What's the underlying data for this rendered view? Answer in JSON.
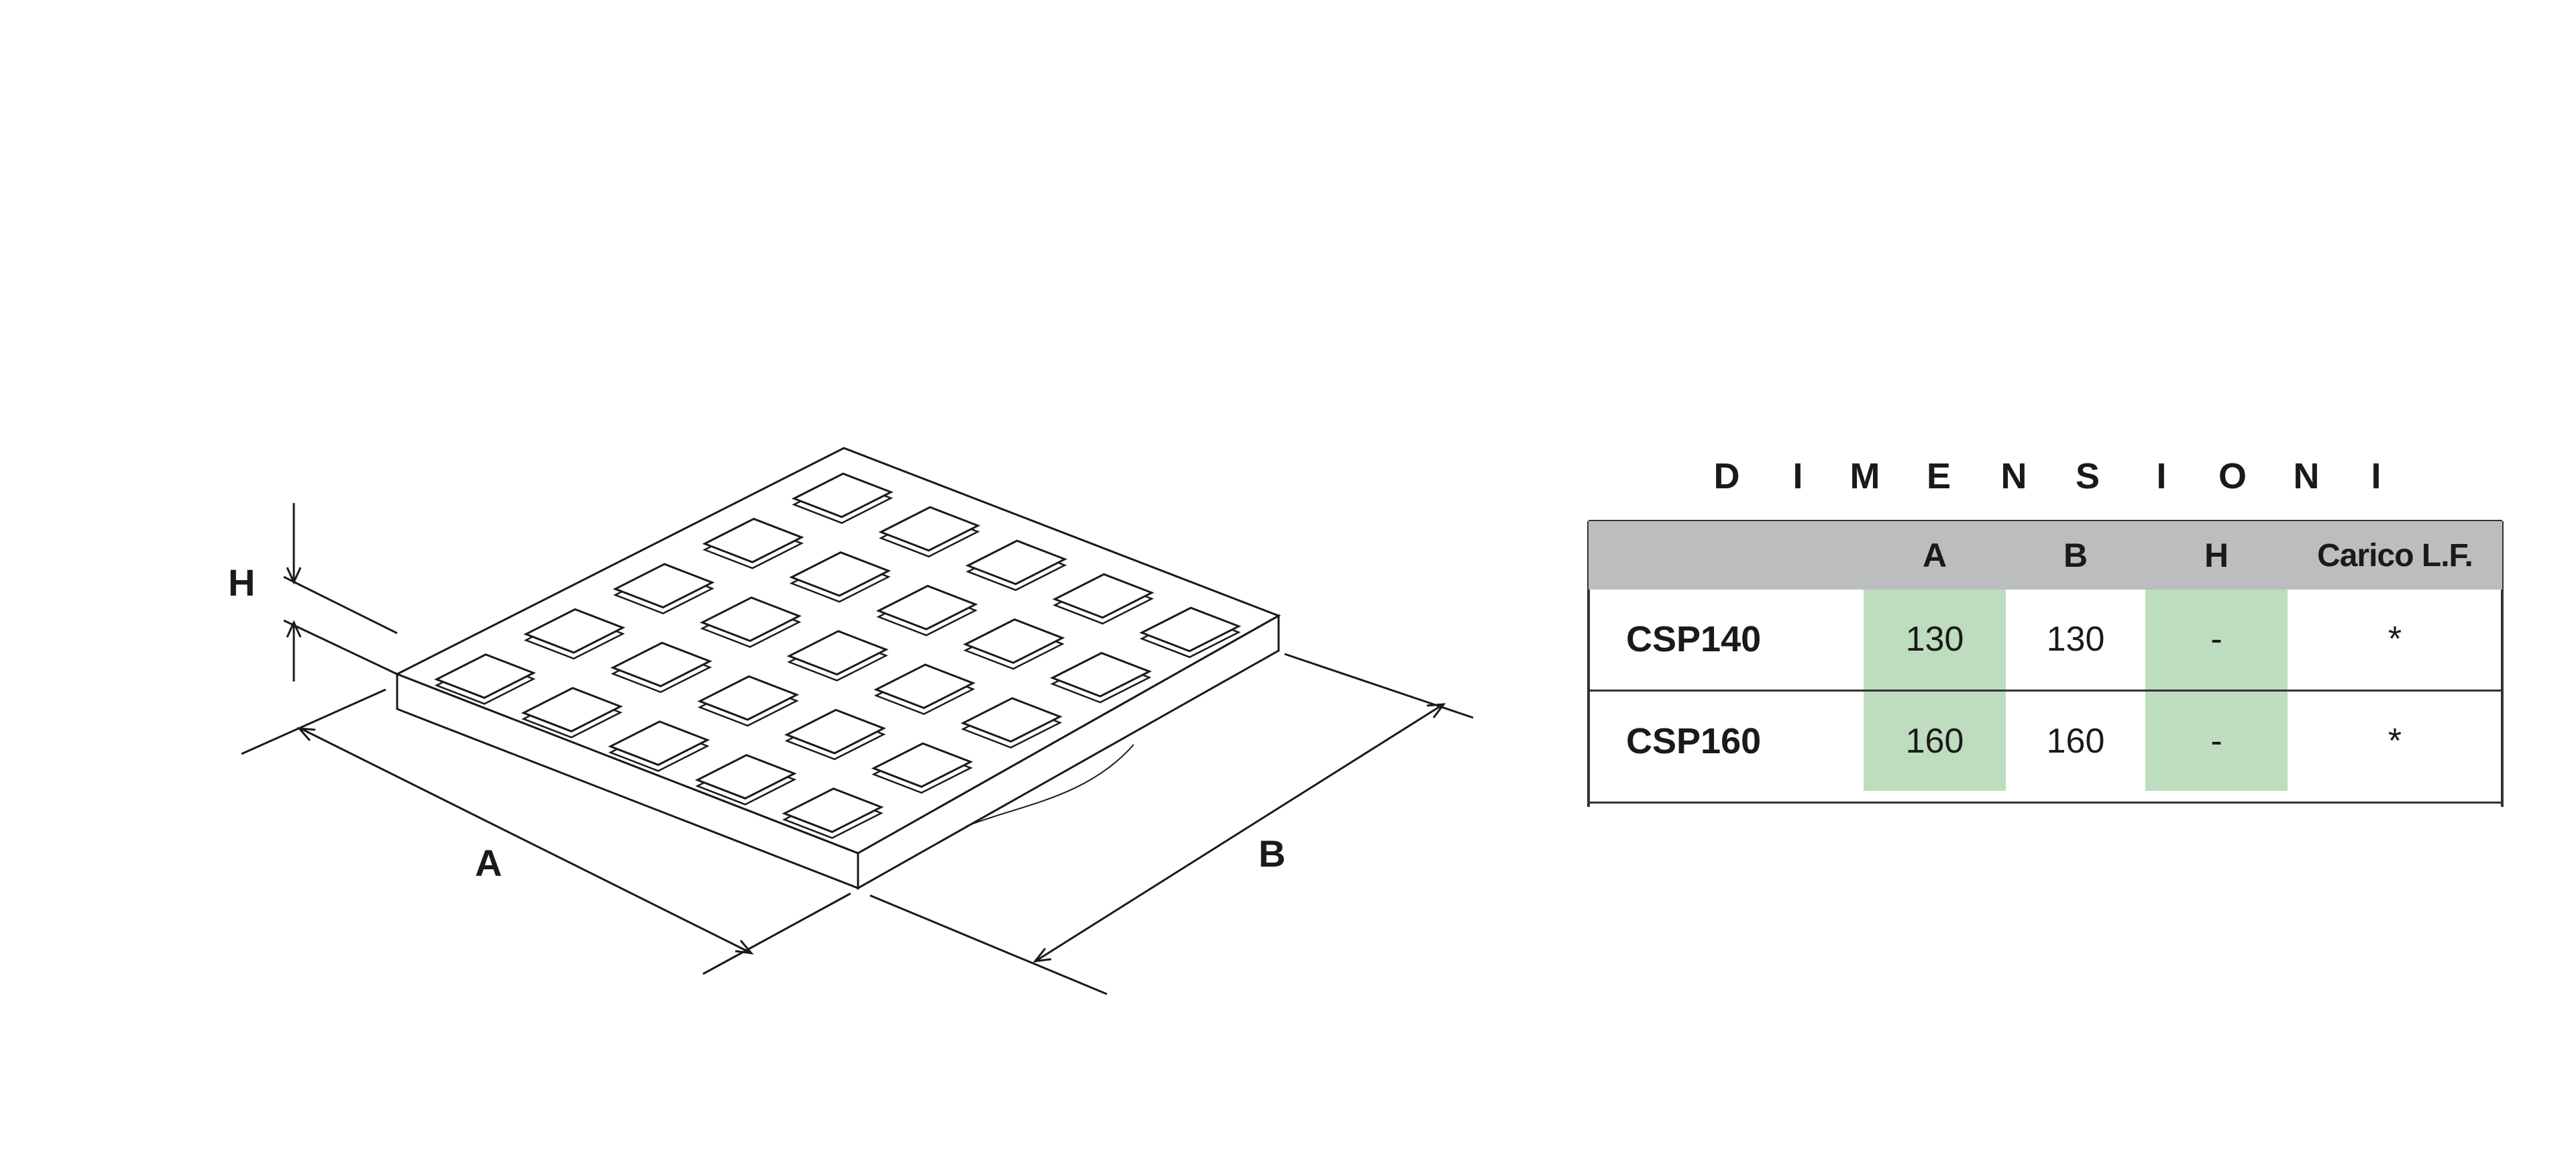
{
  "drawing": {
    "dimension_labels": {
      "h": "H",
      "a": "A",
      "b": "B"
    },
    "grid": {
      "rows": 5,
      "cols": 5
    }
  },
  "title_letters": [
    "D",
    "I",
    "M",
    "E",
    "N",
    "S",
    "I",
    "O",
    "N",
    "I"
  ],
  "table": {
    "headers": {
      "code": "",
      "a": "A",
      "b": "B",
      "h": "H",
      "carico": "Carico L.F."
    },
    "rows": [
      {
        "code": "CSP140",
        "a": "130",
        "b": "130",
        "h": "-",
        "carico": "*"
      },
      {
        "code": "CSP160",
        "a": "160",
        "b": "160",
        "h": "-",
        "carico": "*"
      }
    ],
    "highlight_color": "#bedcbe",
    "header_color": "#bcbdbf"
  }
}
